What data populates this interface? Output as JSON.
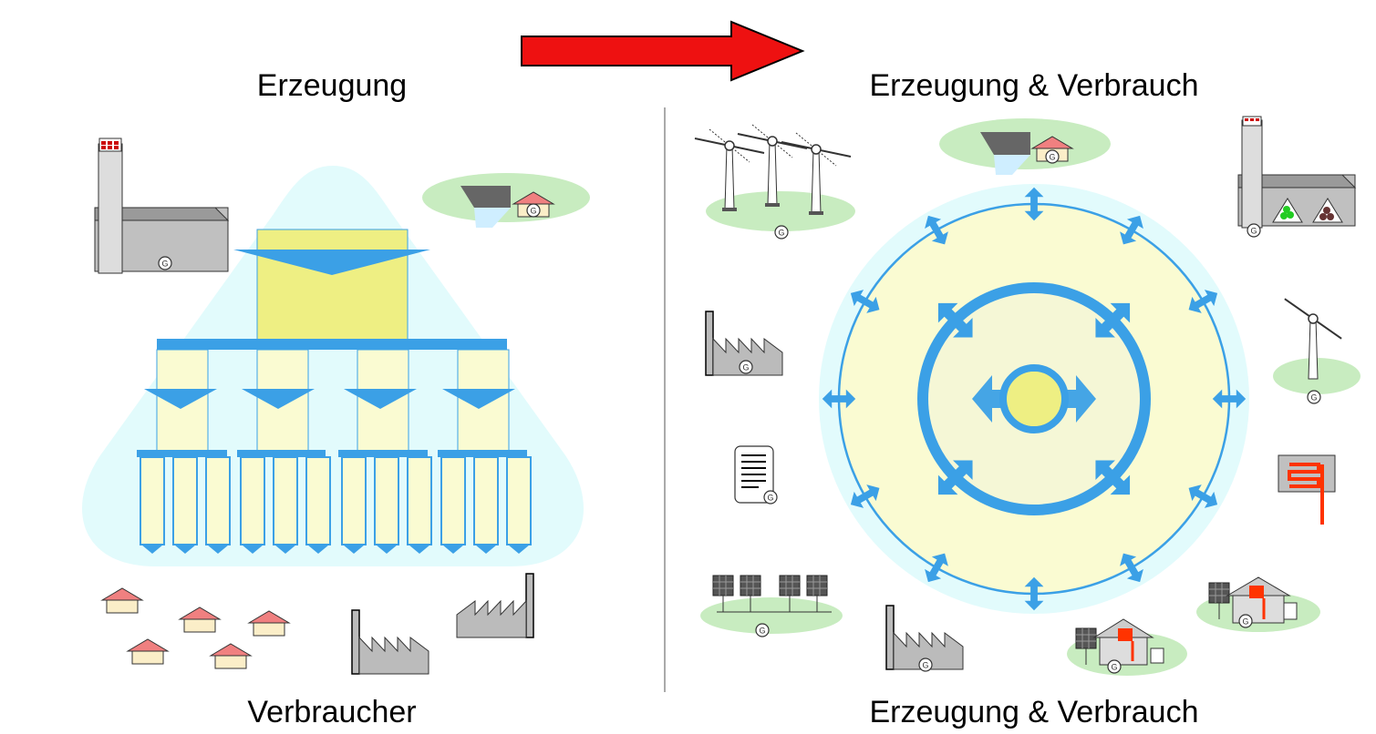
{
  "labels": {
    "left_top": "Erzeugung",
    "left_bottom": "Verbraucher",
    "right_top": "Erzeugung & Verbrauch",
    "right_bottom": "Erzeugung & Verbrauch"
  },
  "generator_mark": "G",
  "colors": {
    "arrow_red": "#ee1111",
    "flow_blue": "#3ba0e6",
    "zone_cyan": "#e2fbfc",
    "grid_yellow": "#eeef83",
    "pale_yellow": "#fafbd2",
    "roof_red": "#f08080",
    "grass_green": "#c8ecc0",
    "building_grey": "#c0c0c0"
  }
}
